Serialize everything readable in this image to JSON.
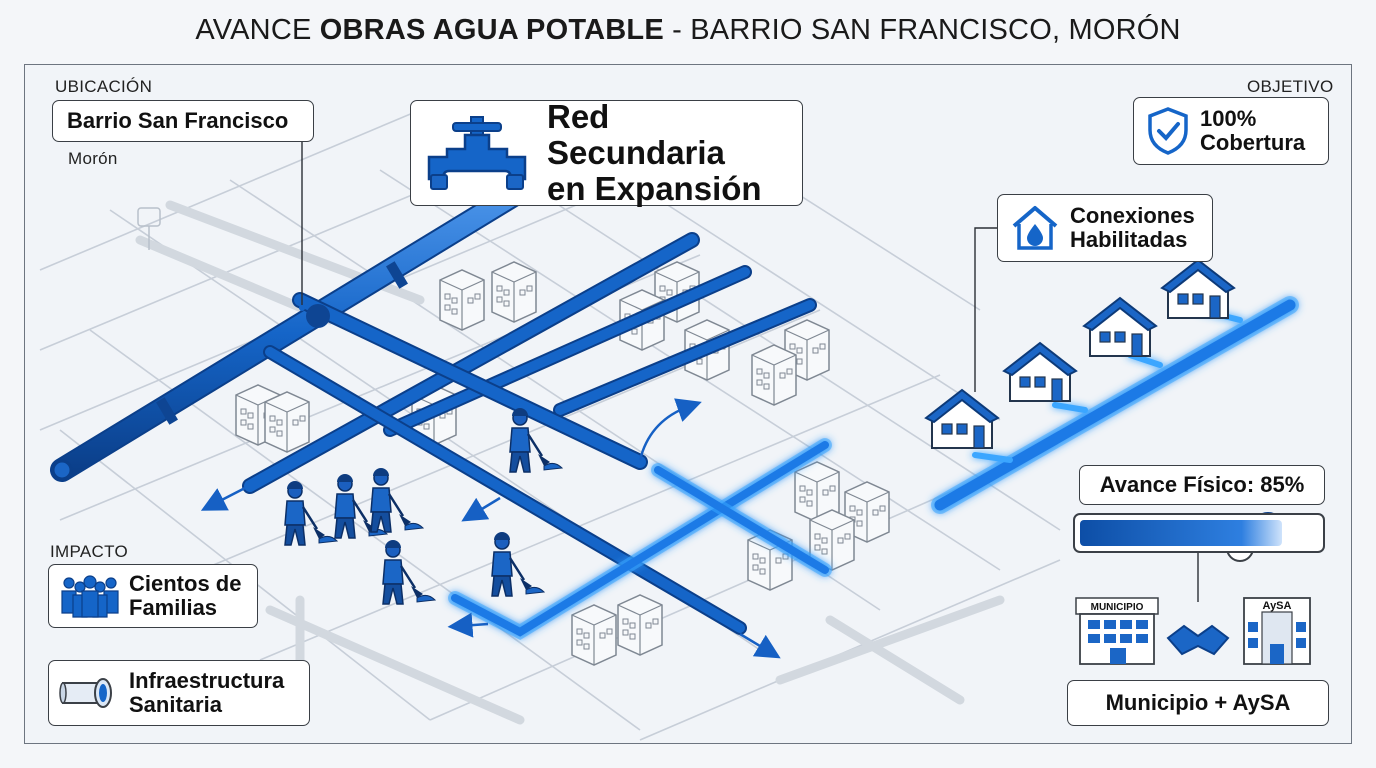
{
  "title": {
    "prefix": "AVANCE ",
    "bold": "OBRAS AGUA POTABLE",
    "suffix": " - BARRIO SAN FRANCISCO, MORÓN"
  },
  "ubicacion": {
    "label": "UBICACIÓN",
    "barrio": "Barrio San Francisco",
    "localidad": "Morón"
  },
  "red": {
    "line1": "Red Secundaria",
    "line2": "en Expansión",
    "icon": "water-tap-icon"
  },
  "objetivo": {
    "label": "OBJETIVO",
    "line1": "100%",
    "line2": "Cobertura",
    "icon": "shield-check-icon"
  },
  "conexiones": {
    "line1": "Conexiones",
    "line2": "Habilitadas",
    "icon": "house-water-icon"
  },
  "impacto": {
    "label": "IMPACTO",
    "familias": {
      "line1": "Cientos de",
      "line2": "Familias",
      "icon": "people-icon"
    },
    "infra": {
      "line1": "Infraestructura",
      "line2": "Sanitaria",
      "icon": "pipe-icon"
    }
  },
  "avance": {
    "label": "Avance Físico: 85%",
    "progress": 0.85
  },
  "partners": {
    "municipio_sign": "MUNICIPIO",
    "aysa_sign": "AySA",
    "label": "Municipio + AySA"
  },
  "colors": {
    "pipe": "#1565c8",
    "pipe_dark": "#0b3f8a",
    "glow": "#3aa6ff",
    "line": "#c7ced8"
  }
}
